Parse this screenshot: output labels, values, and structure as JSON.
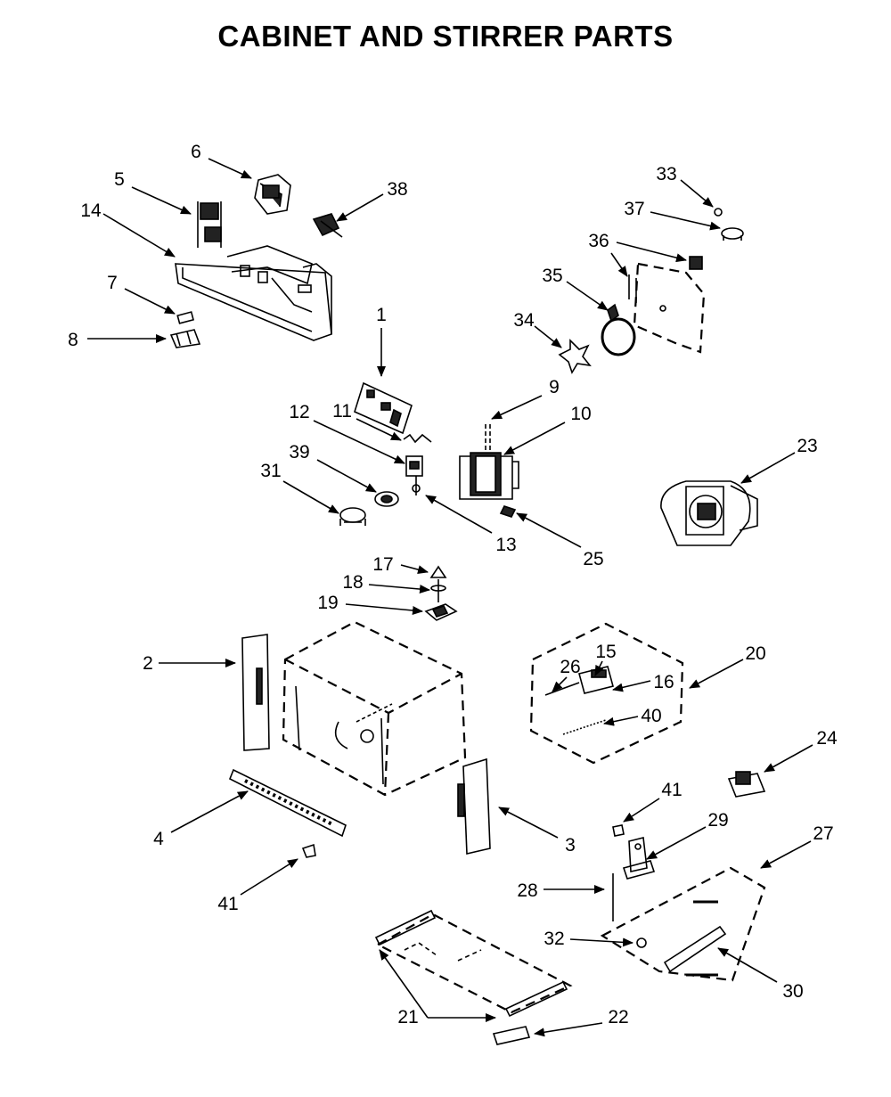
{
  "title": "CABINET AND STIRRER PARTS",
  "parts": [
    {
      "id": "1",
      "label": "1"
    },
    {
      "id": "2",
      "label": "2"
    },
    {
      "id": "3",
      "label": "3"
    },
    {
      "id": "4",
      "label": "4"
    },
    {
      "id": "5",
      "label": "5"
    },
    {
      "id": "6",
      "label": "6"
    },
    {
      "id": "7",
      "label": "7"
    },
    {
      "id": "8",
      "label": "8"
    },
    {
      "id": "9",
      "label": "9"
    },
    {
      "id": "10",
      "label": "10"
    },
    {
      "id": "11",
      "label": "11"
    },
    {
      "id": "12",
      "label": "12"
    },
    {
      "id": "13",
      "label": "13"
    },
    {
      "id": "14",
      "label": "14"
    },
    {
      "id": "15",
      "label": "15"
    },
    {
      "id": "16",
      "label": "16"
    },
    {
      "id": "17",
      "label": "17"
    },
    {
      "id": "18",
      "label": "18"
    },
    {
      "id": "19",
      "label": "19"
    },
    {
      "id": "20",
      "label": "20"
    },
    {
      "id": "21",
      "label": "21"
    },
    {
      "id": "22",
      "label": "22"
    },
    {
      "id": "23",
      "label": "23"
    },
    {
      "id": "24",
      "label": "24"
    },
    {
      "id": "25",
      "label": "25"
    },
    {
      "id": "26",
      "label": "26"
    },
    {
      "id": "27",
      "label": "27"
    },
    {
      "id": "28",
      "label": "28"
    },
    {
      "id": "29",
      "label": "29"
    },
    {
      "id": "30",
      "label": "30"
    },
    {
      "id": "31",
      "label": "31"
    },
    {
      "id": "32",
      "label": "32"
    },
    {
      "id": "33",
      "label": "33"
    },
    {
      "id": "34",
      "label": "34"
    },
    {
      "id": "35",
      "label": "35"
    },
    {
      "id": "36",
      "label": "36"
    },
    {
      "id": "37",
      "label": "37"
    },
    {
      "id": "38",
      "label": "38"
    },
    {
      "id": "39",
      "label": "39"
    },
    {
      "id": "41a",
      "label": "41"
    },
    {
      "id": "41b",
      "label": "41"
    },
    {
      "id": "40",
      "label": "40"
    }
  ]
}
